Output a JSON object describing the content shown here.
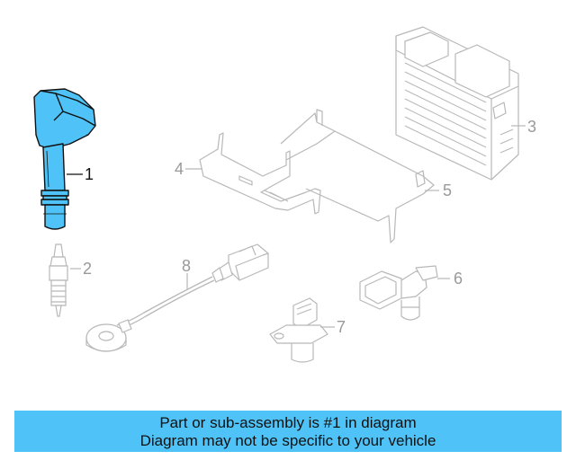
{
  "diagram": {
    "callouts": {
      "c1": "1",
      "c2": "2",
      "c3": "3",
      "c4": "4",
      "c5": "5",
      "c6": "6",
      "c7": "7",
      "c8": "8"
    },
    "colors": {
      "highlight": "#4fc3f7",
      "line_dark": "#111111",
      "line_faded": "#b8b8b8",
      "label_faded": "#999999"
    }
  },
  "banner": {
    "line1": "Part or sub-assembly is #1 in diagram",
    "line2": "Diagram may not be specific to your vehicle",
    "color": "#4fc3f7"
  }
}
